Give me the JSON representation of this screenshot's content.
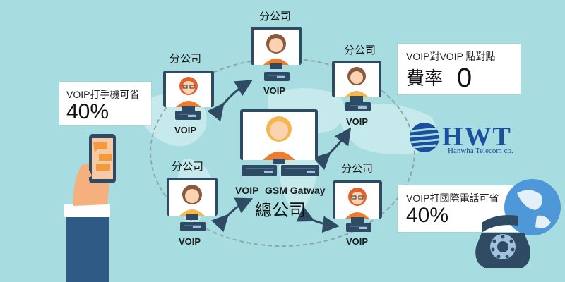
{
  "hq": {
    "caption": "總公司",
    "router_labels": [
      "VOIP",
      "GSM Gatway"
    ]
  },
  "branches": [
    {
      "label": "分公司",
      "voip": "VOIP"
    },
    {
      "label": "分公司",
      "voip": "VOIP"
    },
    {
      "label": "分公司",
      "voip": "VOIP"
    },
    {
      "label": "分公司",
      "voip": "VOIP"
    },
    {
      "label": "分公司",
      "voip": "VOIP"
    }
  ],
  "callouts": {
    "mobile": {
      "line1": "VOIP打手機可省",
      "line2": "40%"
    },
    "p2p": {
      "line1": "VOIP對VOIP 點對點",
      "line2a": "費率",
      "line2b": "0"
    },
    "intl": {
      "line1": "VOIP打國際電話可省",
      "line2": "40%"
    }
  },
  "logo": {
    "mark": "HWT",
    "subtitle": "Hanwha Telecom co."
  },
  "colors": {
    "background": "#a7dde0",
    "monitor": "#2f4a63",
    "arrow": "#2f4a63",
    "logo": "#1b4f9e",
    "shirt": "#f07b2e",
    "hair_blonde": "#f3b74e",
    "hair_brown": "#8a5a3c",
    "hair_red": "#e2622f"
  }
}
